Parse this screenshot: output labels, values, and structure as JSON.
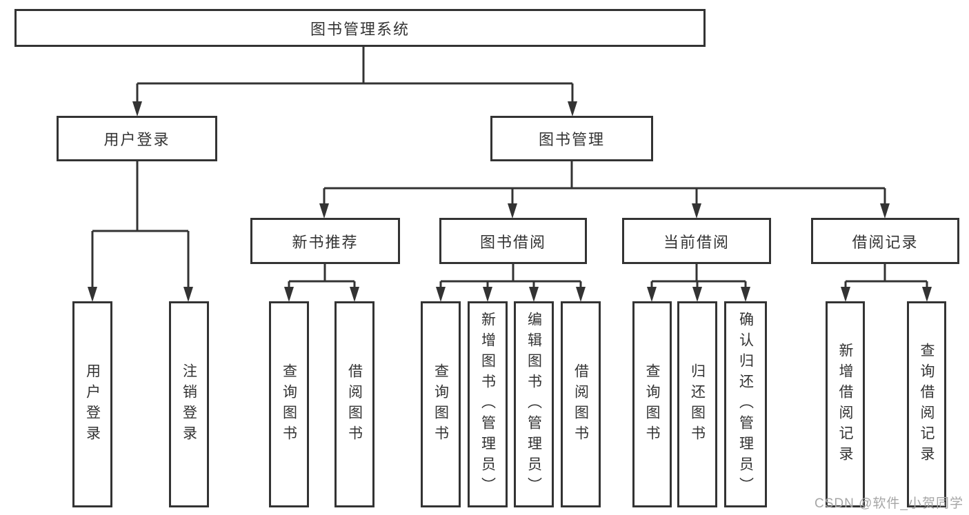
{
  "colors": {
    "line": "#333333",
    "border": "#333333",
    "text": "#333333",
    "watermark": "#a6a6a6",
    "background": "#ffffff"
  },
  "nodes": {
    "root": "图书管理系统",
    "user_login": "用户登录",
    "book_management": "图书管理",
    "new_book_recommend": "新书推荐",
    "book_borrowing": "图书借阅",
    "current_borrowing": "当前借阅",
    "borrowing_records": "借阅记录",
    "leaf_user_login": "用户登录",
    "leaf_logout": "注销登录",
    "leaf_recommend_query_books": "查询图书",
    "leaf_recommend_borrow_books": "借阅图书",
    "leaf_borrowing_query_books": "查询图书",
    "leaf_borrowing_add_books": "新增图书（管理员）",
    "leaf_borrowing_edit_books": "编辑图书（管理员）",
    "leaf_borrowing_borrow_books": "借阅图书",
    "leaf_current_query_books": "查询图书",
    "leaf_current_return_books": "归还图书",
    "leaf_current_confirm_return": "确认归还（管理员）",
    "leaf_records_add_record": "新增借阅记录",
    "leaf_records_query_record": "查询借阅记录"
  },
  "watermark": "CSDN @软件_小贺同学"
}
